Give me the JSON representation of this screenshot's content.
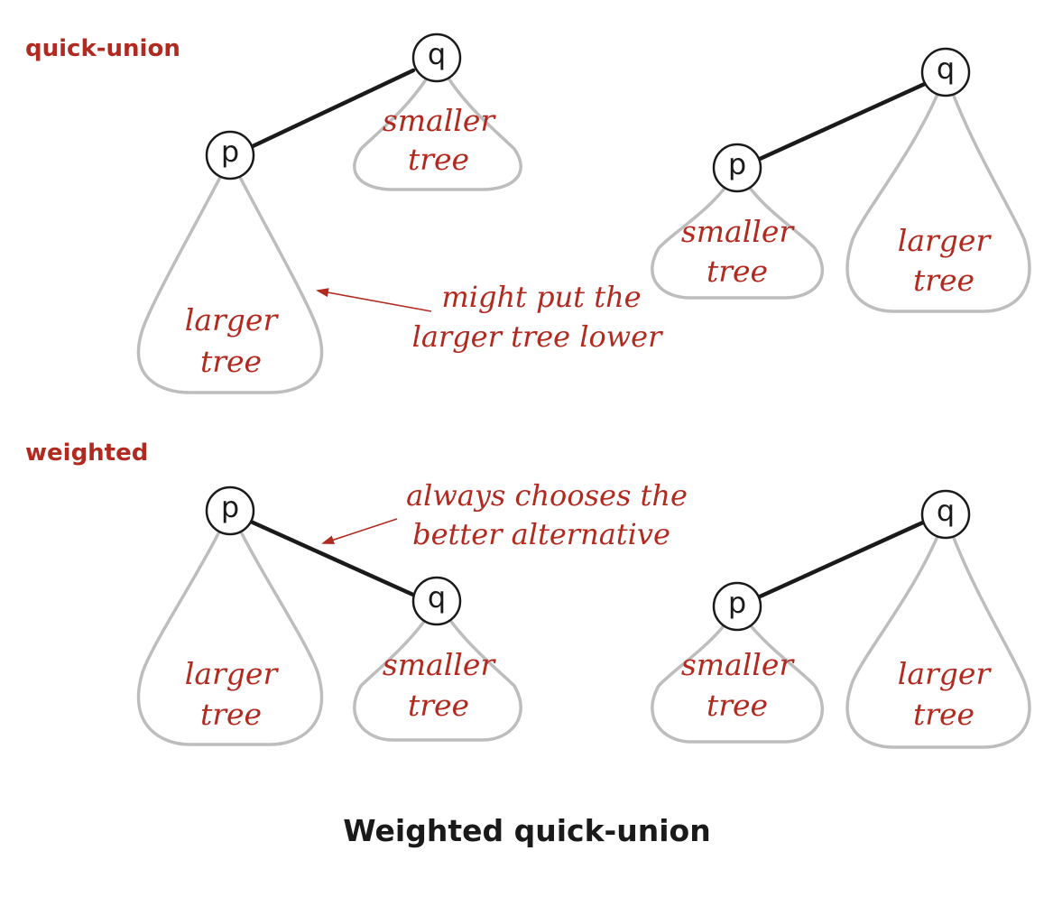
{
  "sections": {
    "quick_union": "quick-union",
    "weighted": "weighted"
  },
  "nodes": {
    "p": "p",
    "q": "q"
  },
  "trees": {
    "larger": [
      "larger",
      "tree"
    ],
    "smaller": [
      "smaller",
      "tree"
    ]
  },
  "annotations": {
    "quick_union_note": [
      "might put the",
      "larger tree lower"
    ],
    "weighted_note": [
      "always chooses the",
      "better alternative"
    ]
  },
  "caption": "Weighted quick-union",
  "colors": {
    "accent": "#b22a1f",
    "tree_outline": "#bdbdbd",
    "ink": "#1a1a1a"
  }
}
